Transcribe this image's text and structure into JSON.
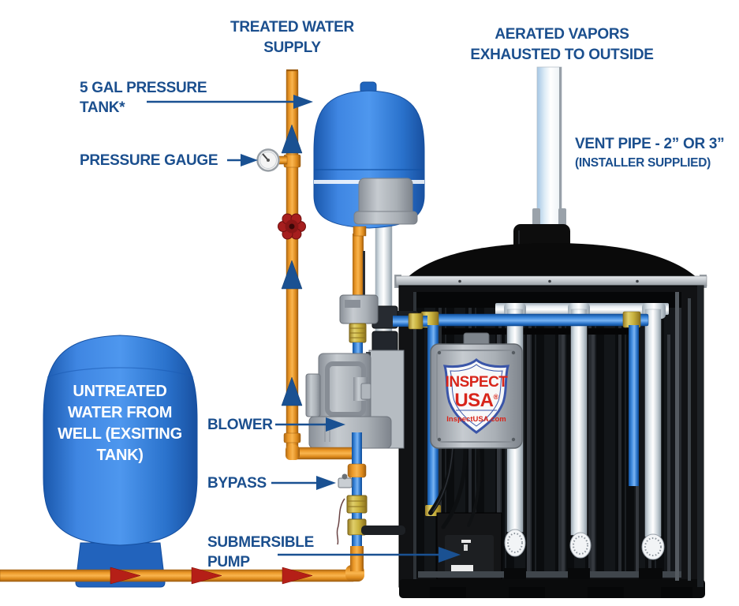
{
  "labels": {
    "treated_water_supply": {
      "line1": "TREATED WATER",
      "line2": "SUPPLY"
    },
    "aerated_vapors": {
      "line1": "AERATED VAPORS",
      "line2": "EXHAUSTED TO OUTSIDE"
    },
    "pressure_tank": {
      "line1": "5 GAL PRESSURE",
      "line2": "TANK*"
    },
    "pressure_gauge": "PRESSURE GAUGE",
    "vent_pipe": {
      "line1": "VENT PIPE - 2” OR 3”",
      "line2": "(INSTALLER SUPPLIED)"
    },
    "untreated_tank": "UNTREATED WATER FROM WELL (EXSITING TANK)",
    "blower": "BLOWER",
    "bypass": "BYPASS",
    "submersible_pump": {
      "line1": "SUBMERSIBLE",
      "line2": "PUMP"
    }
  },
  "logo": {
    "line1": "INSPECT",
    "line2": "USA",
    "registered": "®",
    "website": "InspectUSA.com"
  },
  "colors": {
    "label_text": "#1b4f8e",
    "arrow_blue": "#1a5192",
    "arrow_red": "#b51f17",
    "pipe_orange": "#ed9b2f",
    "water_tank_blue": "#2e7cd8",
    "aeration_tank_black": "#111214",
    "logo_red": "#d8251a",
    "logo_blue": "#3a55a8"
  }
}
